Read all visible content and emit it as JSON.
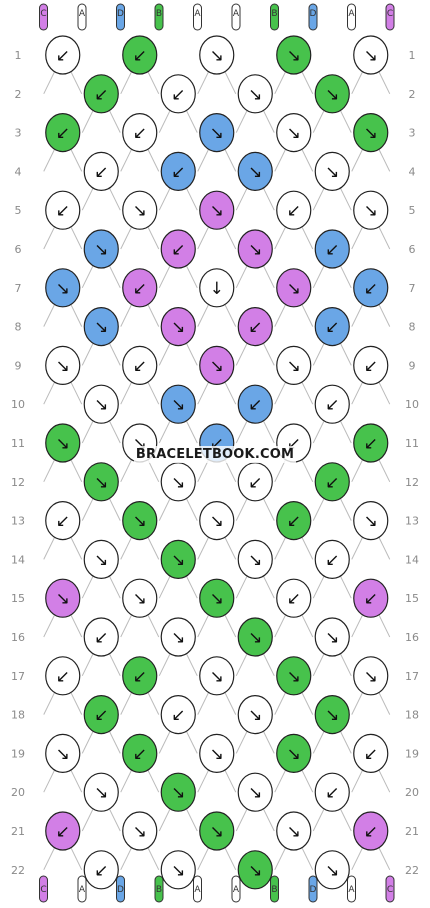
{
  "site": "BRACELETBOOK.COM",
  "colors": {
    "C": "#d27fe6",
    "A": "#ffffff",
    "D": "#6aa6e6",
    "B": "#47c24c"
  },
  "top_strings": [
    "C",
    "A",
    "D",
    "B",
    "A",
    "A",
    "B",
    "D",
    "A",
    "C"
  ],
  "bottom_strings": [
    "C",
    "A",
    "D",
    "B",
    "A",
    "A",
    "B",
    "D",
    "A",
    "C"
  ],
  "rows": [
    {
      "num": "1",
      "knots": [
        {
          "c": "A",
          "d": "↙"
        },
        {
          "c": "B",
          "d": "↙"
        },
        {
          "c": "A",
          "d": "↘"
        },
        {
          "c": "B",
          "d": "↘"
        },
        {
          "c": "A",
          "d": "↘"
        }
      ]
    },
    {
      "num": "2",
      "knots": [
        {
          "c": "B",
          "d": "↙"
        },
        {
          "c": "A",
          "d": "↙"
        },
        {
          "c": "A",
          "d": "↘"
        },
        {
          "c": "B",
          "d": "↘"
        }
      ]
    },
    {
      "num": "3",
      "knots": [
        {
          "c": "B",
          "d": "↙"
        },
        {
          "c": "A",
          "d": "↙"
        },
        {
          "c": "D",
          "d": "↘"
        },
        {
          "c": "A",
          "d": "↘"
        },
        {
          "c": "B",
          "d": "↘"
        }
      ]
    },
    {
      "num": "4",
      "knots": [
        {
          "c": "A",
          "d": "↙"
        },
        {
          "c": "D",
          "d": "↙"
        },
        {
          "c": "D",
          "d": "↘"
        },
        {
          "c": "A",
          "d": "↘"
        }
      ]
    },
    {
      "num": "5",
      "knots": [
        {
          "c": "A",
          "d": "↙"
        },
        {
          "c": "A",
          "d": "↘"
        },
        {
          "c": "C",
          "d": "↘"
        },
        {
          "c": "A",
          "d": "↙"
        },
        {
          "c": "A",
          "d": "↘"
        }
      ]
    },
    {
      "num": "6",
      "knots": [
        {
          "c": "D",
          "d": "↘"
        },
        {
          "c": "C",
          "d": "↙"
        },
        {
          "c": "C",
          "d": "↘"
        },
        {
          "c": "D",
          "d": "↙"
        }
      ]
    },
    {
      "num": "7",
      "knots": [
        {
          "c": "D",
          "d": "↘"
        },
        {
          "c": "C",
          "d": "↙"
        },
        {
          "c": "A",
          "d": "↓"
        },
        {
          "c": "C",
          "d": "↘"
        },
        {
          "c": "D",
          "d": "↙"
        }
      ]
    },
    {
      "num": "8",
      "knots": [
        {
          "c": "D",
          "d": "↘"
        },
        {
          "c": "C",
          "d": "↘"
        },
        {
          "c": "C",
          "d": "↙"
        },
        {
          "c": "D",
          "d": "↙"
        }
      ]
    },
    {
      "num": "9",
      "knots": [
        {
          "c": "A",
          "d": "↘"
        },
        {
          "c": "A",
          "d": "↙"
        },
        {
          "c": "C",
          "d": "↘"
        },
        {
          "c": "A",
          "d": "↘"
        },
        {
          "c": "A",
          "d": "↙"
        }
      ]
    },
    {
      "num": "10",
      "knots": [
        {
          "c": "A",
          "d": "↘"
        },
        {
          "c": "D",
          "d": "↘"
        },
        {
          "c": "D",
          "d": "↙"
        },
        {
          "c": "A",
          "d": "↙"
        }
      ]
    },
    {
      "num": "11",
      "knots": [
        {
          "c": "B",
          "d": "↘"
        },
        {
          "c": "A",
          "d": "↘"
        },
        {
          "c": "D",
          "d": "↙"
        },
        {
          "c": "A",
          "d": "↙"
        },
        {
          "c": "B",
          "d": "↙"
        }
      ]
    },
    {
      "num": "12",
      "knots": [
        {
          "c": "B",
          "d": "↘"
        },
        {
          "c": "A",
          "d": "↘"
        },
        {
          "c": "A",
          "d": "↙"
        },
        {
          "c": "B",
          "d": "↙"
        }
      ]
    },
    {
      "num": "13",
      "knots": [
        {
          "c": "A",
          "d": "↙"
        },
        {
          "c": "B",
          "d": "↘"
        },
        {
          "c": "A",
          "d": "↘"
        },
        {
          "c": "B",
          "d": "↙"
        },
        {
          "c": "A",
          "d": "↘"
        }
      ]
    },
    {
      "num": "14",
      "knots": [
        {
          "c": "A",
          "d": "↘"
        },
        {
          "c": "B",
          "d": "↘"
        },
        {
          "c": "A",
          "d": "↘"
        },
        {
          "c": "A",
          "d": "↙"
        }
      ]
    },
    {
      "num": "15",
      "knots": [
        {
          "c": "C",
          "d": "↘"
        },
        {
          "c": "A",
          "d": "↘"
        },
        {
          "c": "B",
          "d": "↘"
        },
        {
          "c": "A",
          "d": "↙"
        },
        {
          "c": "C",
          "d": "↙"
        }
      ]
    },
    {
      "num": "16",
      "knots": [
        {
          "c": "A",
          "d": "↙"
        },
        {
          "c": "A",
          "d": "↘"
        },
        {
          "c": "B",
          "d": "↘"
        },
        {
          "c": "A",
          "d": "↘"
        }
      ]
    },
    {
      "num": "17",
      "knots": [
        {
          "c": "A",
          "d": "↙"
        },
        {
          "c": "B",
          "d": "↙"
        },
        {
          "c": "A",
          "d": "↘"
        },
        {
          "c": "B",
          "d": "↘"
        },
        {
          "c": "A",
          "d": "↘"
        }
      ]
    },
    {
      "num": "18",
      "knots": [
        {
          "c": "B",
          "d": "↙"
        },
        {
          "c": "A",
          "d": "↙"
        },
        {
          "c": "A",
          "d": "↘"
        },
        {
          "c": "B",
          "d": "↘"
        }
      ]
    },
    {
      "num": "19",
      "knots": [
        {
          "c": "A",
          "d": "↘"
        },
        {
          "c": "B",
          "d": "↙"
        },
        {
          "c": "A",
          "d": "↘"
        },
        {
          "c": "B",
          "d": "↘"
        },
        {
          "c": "A",
          "d": "↙"
        }
      ]
    },
    {
      "num": "20",
      "knots": [
        {
          "c": "A",
          "d": "↘"
        },
        {
          "c": "B",
          "d": "↘"
        },
        {
          "c": "A",
          "d": "↘"
        },
        {
          "c": "A",
          "d": "↙"
        }
      ]
    },
    {
      "num": "21",
      "knots": [
        {
          "c": "C",
          "d": "↙"
        },
        {
          "c": "A",
          "d": "↘"
        },
        {
          "c": "B",
          "d": "↘"
        },
        {
          "c": "A",
          "d": "↘"
        },
        {
          "c": "C",
          "d": "↙"
        }
      ]
    },
    {
      "num": "22",
      "knots": [
        {
          "c": "A",
          "d": "↙"
        },
        {
          "c": "A",
          "d": "↘"
        },
        {
          "c": "B",
          "d": "↘"
        },
        {
          "c": "A",
          "d": "↘"
        }
      ]
    }
  ]
}
